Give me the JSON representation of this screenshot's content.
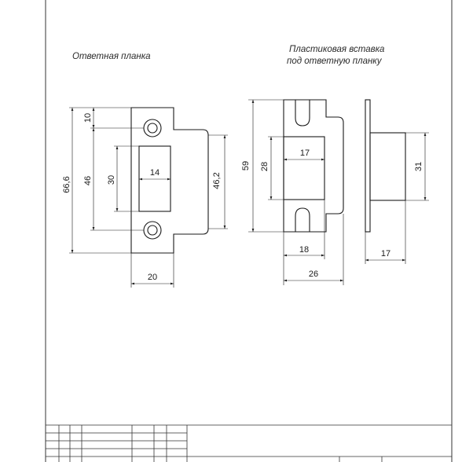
{
  "strike_plate": {
    "caption": "Ответная планка",
    "dims": {
      "overall_height": "66,6",
      "inner_height": "46",
      "hole_offset": "10",
      "slot_height": "30",
      "slot_width": "14",
      "side_height": "46,2",
      "width": "20"
    }
  },
  "plastic_insert": {
    "caption_line1": "Пластиковая вставка",
    "caption_line2": "под ответную планку",
    "dims": {
      "overall_height": "59",
      "pocket_height": "28",
      "pocket_width": "17",
      "inner_width": "18",
      "outer_width": "26"
    }
  },
  "insert_side_view": {
    "dims": {
      "height": "31",
      "depth": "17"
    }
  },
  "colors": {
    "line": "#1a1a1a",
    "frame": "#333333"
  }
}
